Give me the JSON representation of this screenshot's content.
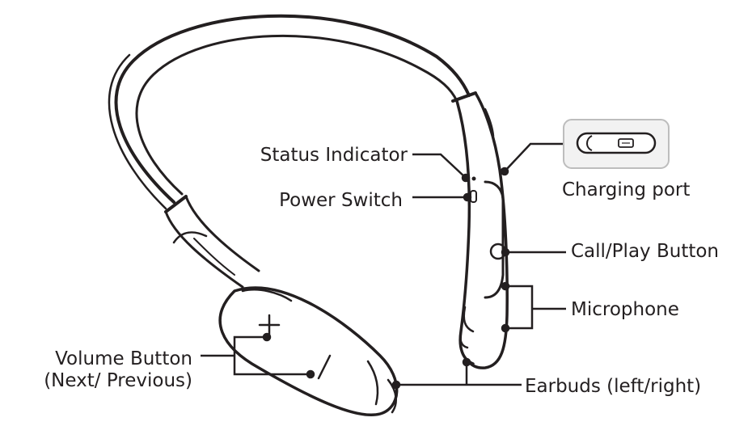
{
  "labels": {
    "status_indicator": "Status Indicator",
    "power_switch": "Power Switch",
    "charging_port": "Charging port",
    "call_play_button": "Call/Play Button",
    "microphone": "Microphone",
    "volume_button_line1": "Volume Button",
    "volume_button_line2": "(Next/ Previous)",
    "earbuds": "Earbuds (left/right)"
  },
  "colors": {
    "ink": "#231f20",
    "inset_bg": "#f2f2f2",
    "inset_border": "#bdbdbd"
  }
}
